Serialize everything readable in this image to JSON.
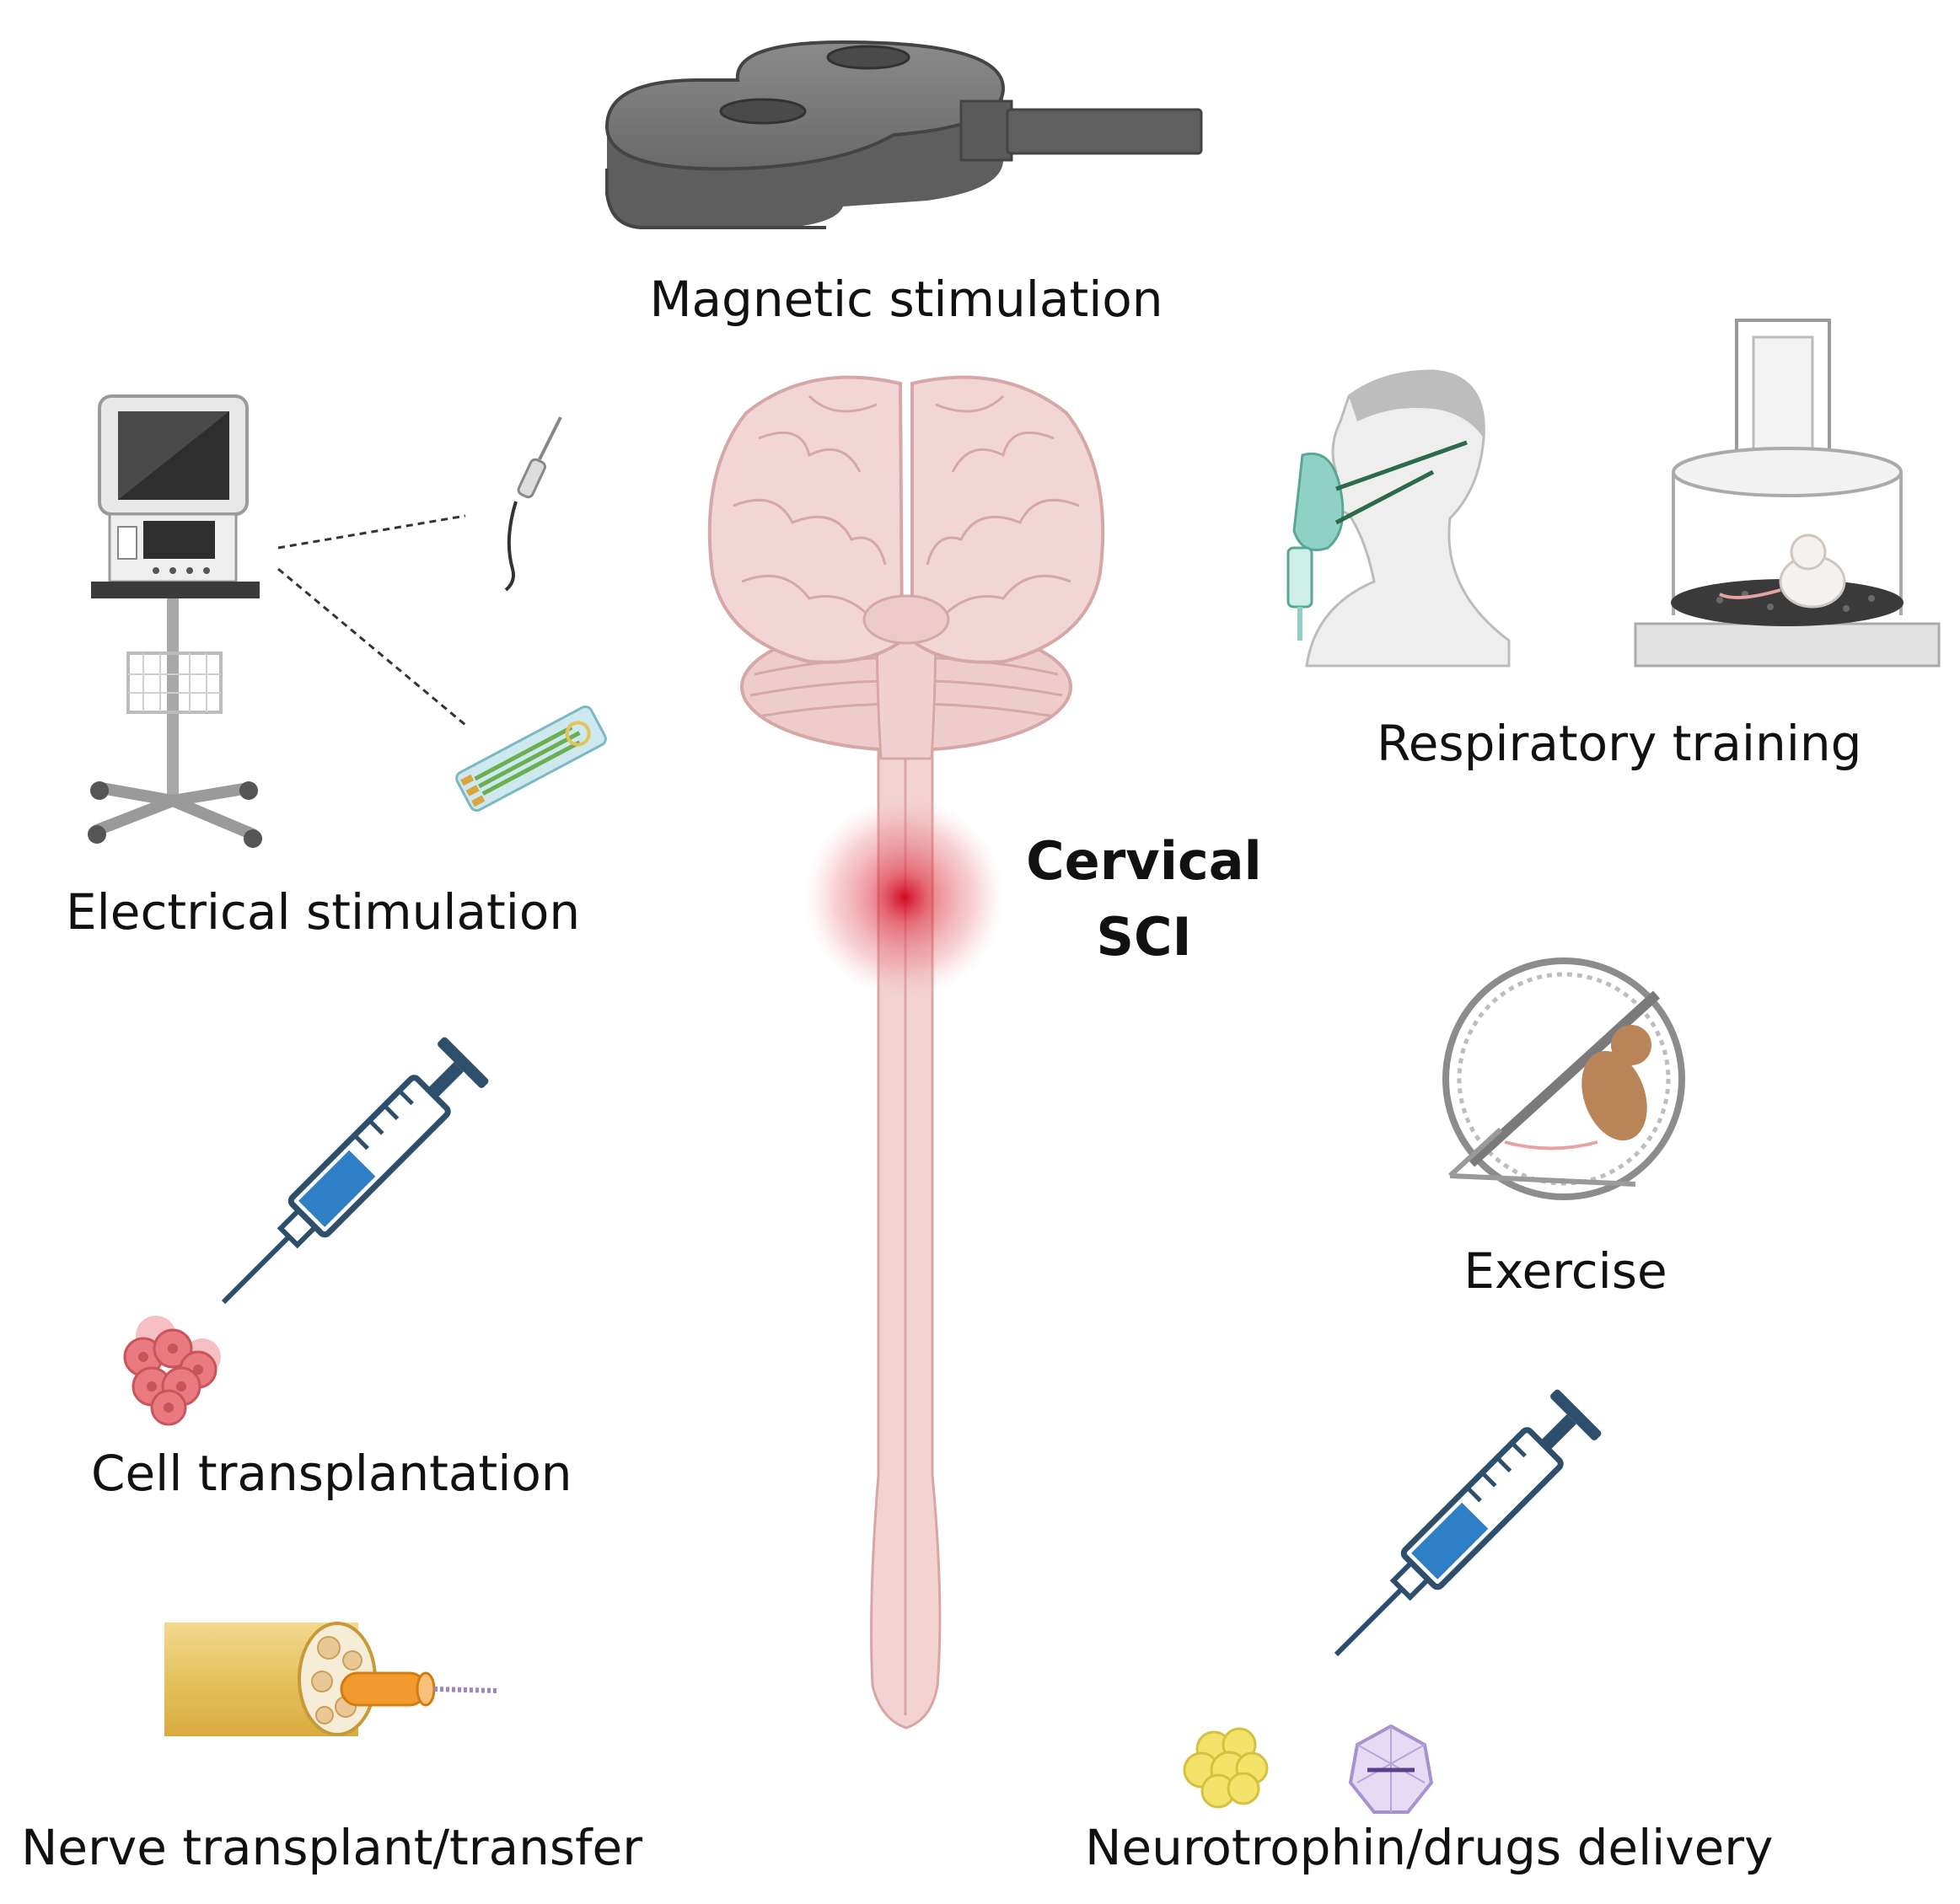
{
  "labels": {
    "magnetic": "Magnetic stimulation",
    "respiratory": "Respiratory training",
    "electrical": "Electrical stimulation",
    "exercise": "Exercise",
    "cell": "Cell transplantation",
    "nerve": "Nerve transplant/transfer",
    "neurotrophin": "Neurotrophin/drugs delivery",
    "center_line1": "Cervical",
    "center_line2": "SCI"
  },
  "colors": {
    "spinal_cord": "#f3d2d2",
    "brain": "#f2d6d6",
    "lesion": "#d0021b",
    "syringe_blue": "#2f7fc6",
    "syringe_outline": "#2d4f6b",
    "coil_gray": "#6e6e6e",
    "cells_red": "#e97a80",
    "nerve_gold": "#e6c15e",
    "neurotrophin_yellow": "#f3e36a",
    "virus_purple": "#c5b2e0"
  },
  "icons": [
    "magnetic-coil-icon",
    "stimulator-cart-icon",
    "electrode-icon",
    "electrode-array-icon",
    "oxygen-mask-person-icon",
    "rat-chamber-icon",
    "hamster-wheel-icon",
    "syringe-icon",
    "cell-cluster-icon",
    "nerve-bundle-icon",
    "neurotrophin-sphere-icon",
    "virus-particle-icon",
    "brain-spinal-cord-icon"
  ]
}
